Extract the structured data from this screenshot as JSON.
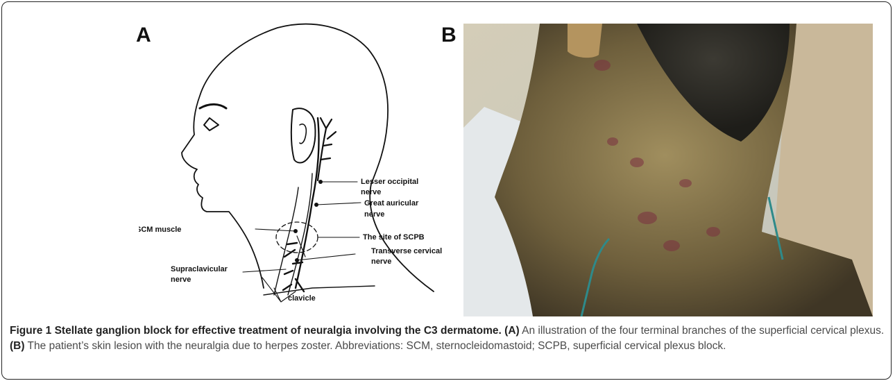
{
  "figure": {
    "panel_a": {
      "letter": "A",
      "labels": {
        "lesser_occipital_1": "Lesser occipital",
        "lesser_occipital_2": "nerve",
        "great_auricular_1": "Great auricular",
        "great_auricular_2": "nerve",
        "site_scpb": "The site of SCPB",
        "transverse_cervical_1": "Transverse cervical",
        "transverse_cervical_2": "nerve",
        "scm_muscle": "SCM muscle",
        "supraclavicular_1": "Supraclavicular",
        "supraclavicular_2": "nerve",
        "clavicle": "clavicle"
      }
    },
    "panel_b": {
      "letter": "B"
    },
    "caption": {
      "title": "Figure 1 Stellate ganglion block for effective treatment of neuralgia involving the C3 dermatome.",
      "a_marker": "(A)",
      "a_text": " An illustration of the four terminal branches of the superficial cervical plexus. ",
      "b_marker": "(B)",
      "b_text": " The patient’s skin lesion with the neuralgia due to herpes zoster. Abbreviations: SCM, sternocleidomastoid; SCPB, superficial cervical plexus block."
    }
  }
}
